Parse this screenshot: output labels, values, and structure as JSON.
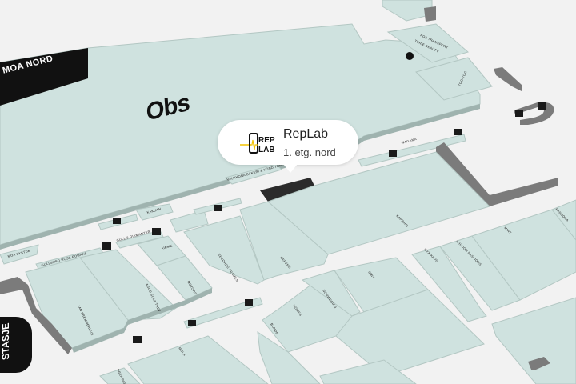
{
  "map": {
    "anchor_store_label": "Obs",
    "area_label": "MOA NORD",
    "station_label": "STASJE",
    "store_labels": [
      "MOA SYSTUE",
      "GULLSMED ROSE ROMAAS",
      "KAKUAN",
      "GULL & DIAMANTER",
      "AIRME",
      "VALRHONA BAKERI & KONDITORI",
      "RECORDS FRAMES",
      "DEPEND",
      "KAPPAHL",
      "JAN KREMMERHUS",
      "ARCO SOLA TREV",
      "MOTORS",
      "MOLA",
      "PREP PANNA",
      "HOMES",
      "NORWEGIAN",
      "SMIT",
      "BONDE",
      "LOUDON FASHIONS",
      "MINT",
      "PANDORA",
      "NYX KAUS",
      "POS TRANSPORT",
      "TURIE BEAUTY",
      "TOG-TOG",
      "WAGAMA"
    ]
  },
  "popup": {
    "title": "RepLab",
    "subtitle": "1. etg. nord",
    "logo_text_1": "REP",
    "logo_text_2": "LAB"
  },
  "colors": {
    "shop": "#cfe2df",
    "corridor": "#f2f2f2",
    "wall": "#7b7b7b",
    "highlight": "#2b2b2b",
    "accent": "#f2c200"
  }
}
